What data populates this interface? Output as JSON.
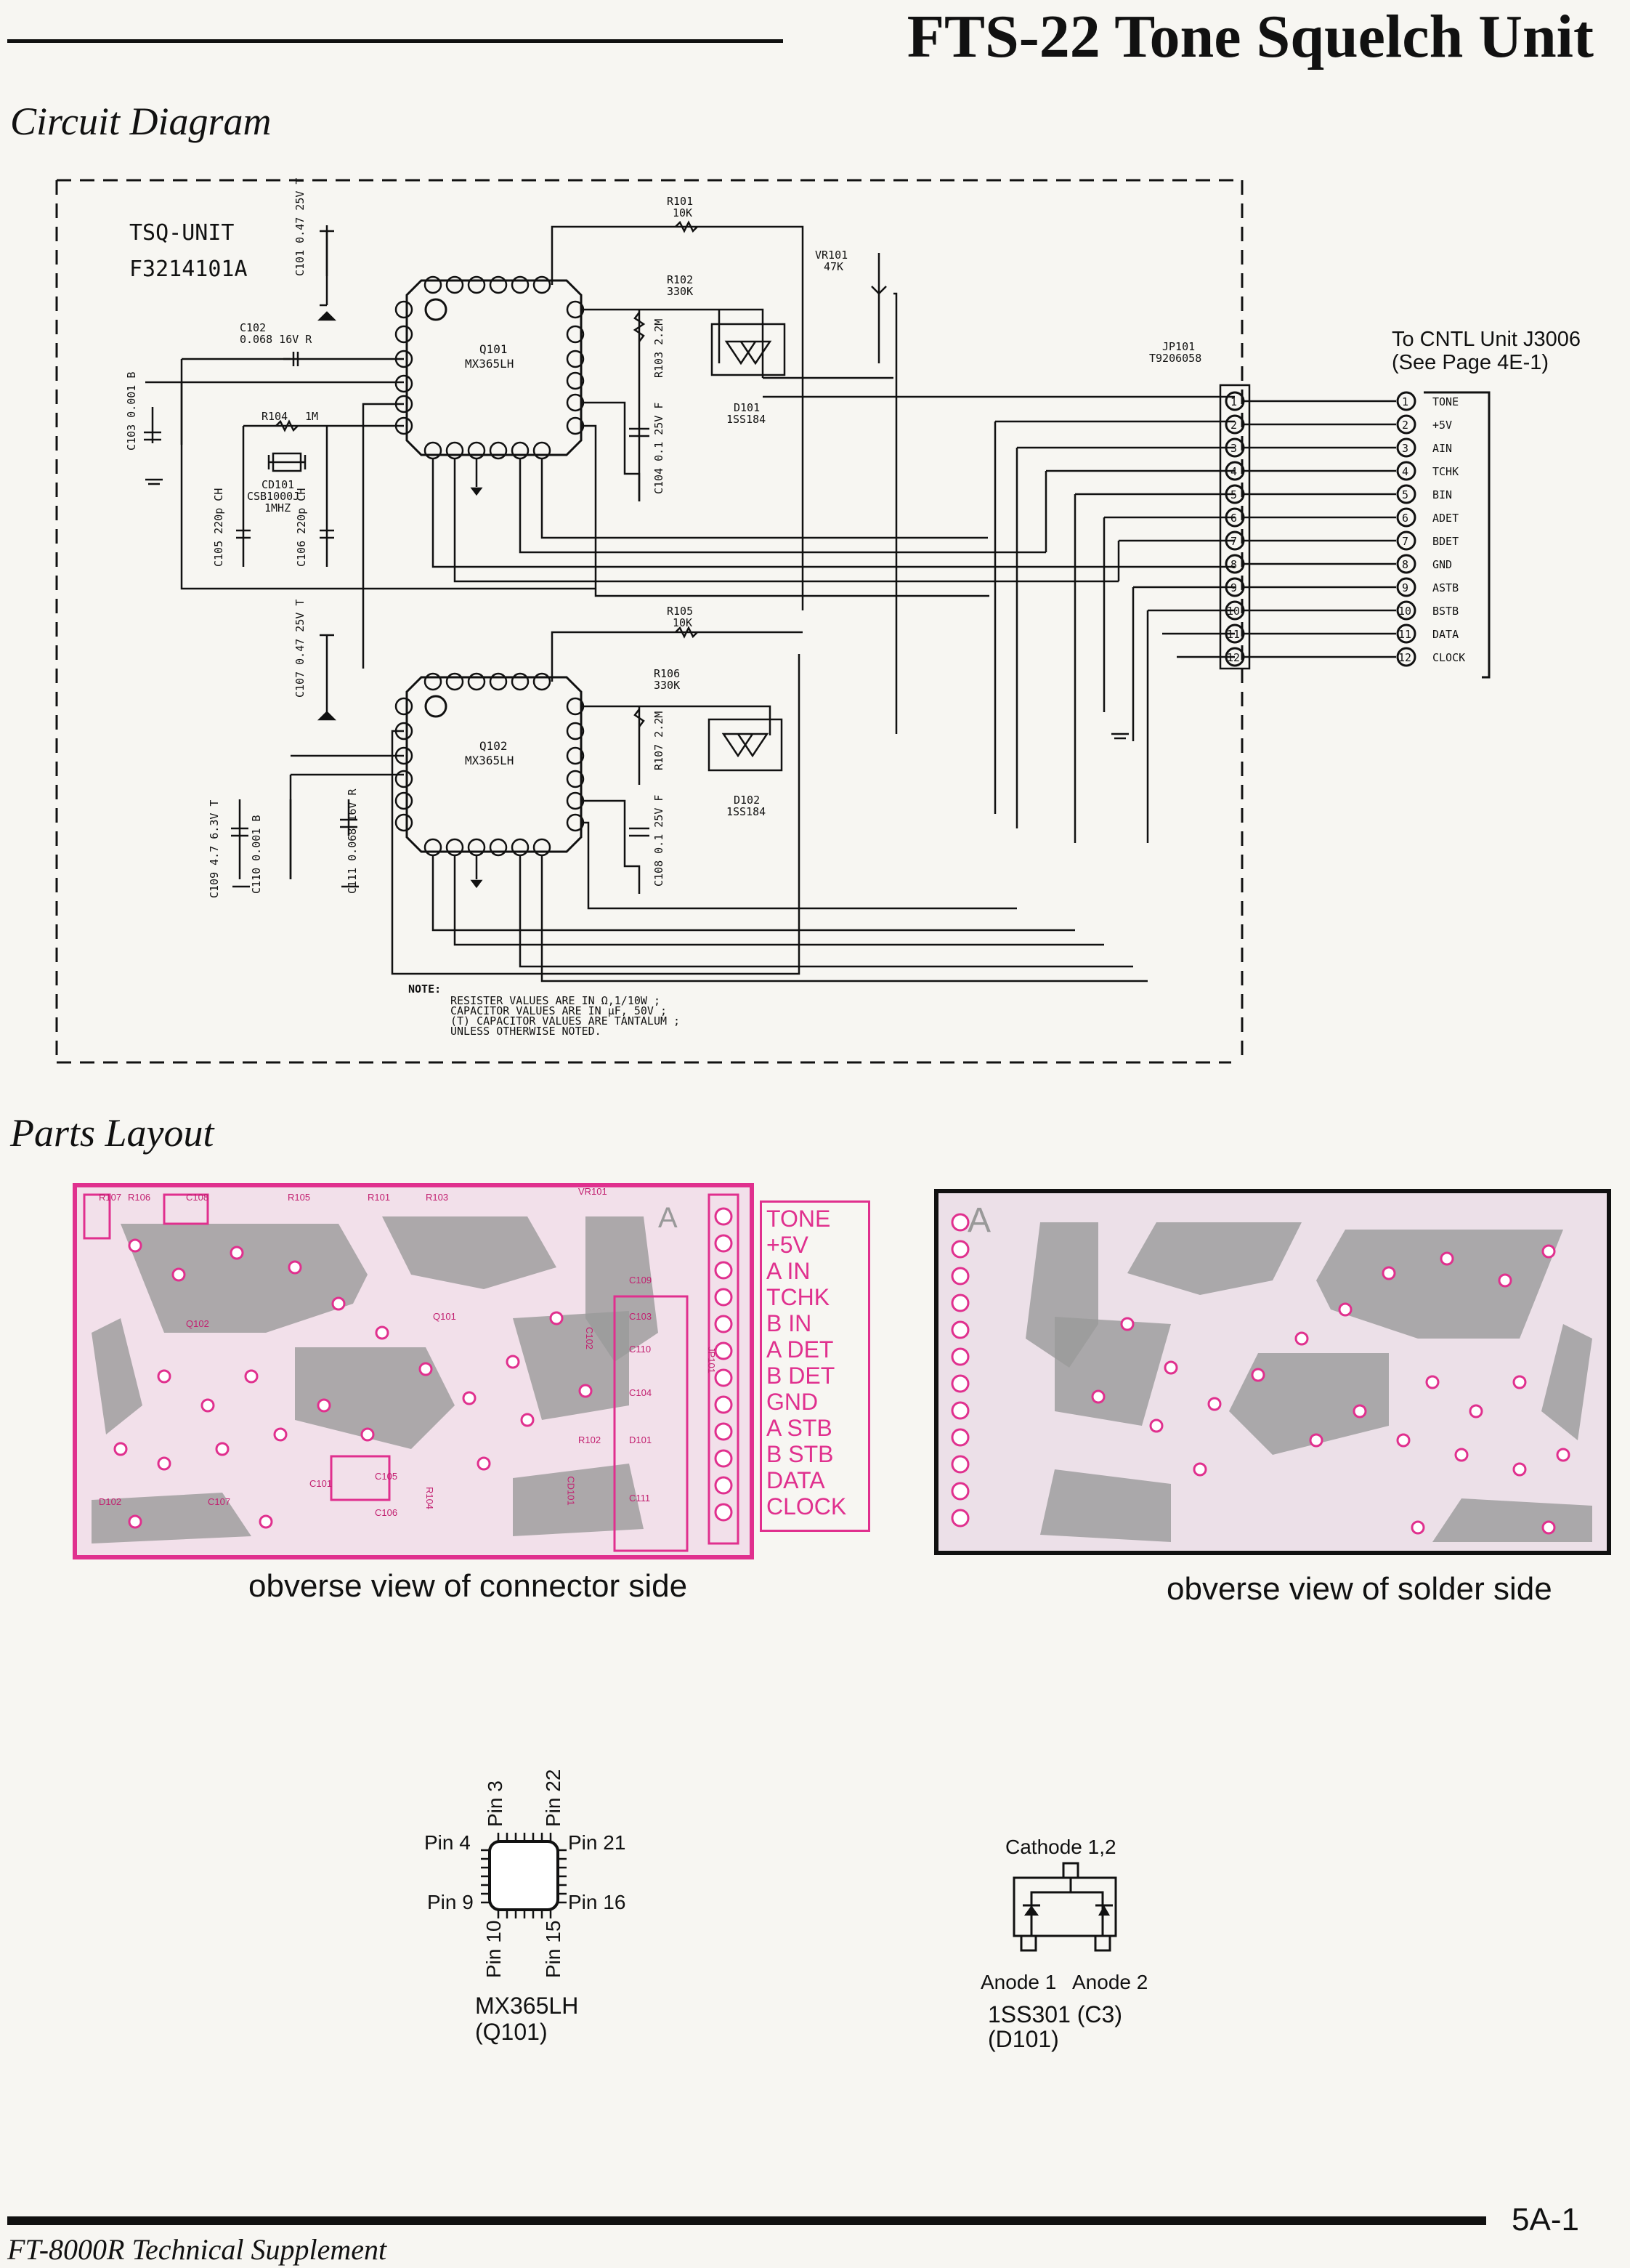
{
  "title": "FTS-22 Tone Squelch Unit",
  "sections": {
    "circuit": "Circuit Diagram",
    "parts": "Parts Layout"
  },
  "circuit": {
    "unit_name": "TSQ-UNIT",
    "unit_code": "F3214101A",
    "ic1": {
      "ref": "Q101",
      "part": "MX365LH"
    },
    "ic2": {
      "ref": "Q102",
      "part": "MX365LH"
    },
    "r101": {
      "ref": "R101",
      "val": "10K"
    },
    "r102": {
      "ref": "R102",
      "val": "330K"
    },
    "r103": {
      "ref": "R103",
      "val": "2.2M"
    },
    "r104": {
      "ref": "R104",
      "val": "1M"
    },
    "r105": {
      "ref": "R105",
      "val": "10K"
    },
    "r106": {
      "ref": "R106",
      "val": "330K"
    },
    "r107": {
      "ref": "R107",
      "val": "2.2M"
    },
    "vr101": {
      "ref": "VR101",
      "val": "47K"
    },
    "c101": {
      "ref": "C101",
      "val": "0.47 25V T"
    },
    "c102": {
      "ref": "C102",
      "val": "0.068 16V R"
    },
    "c103": {
      "ref": "C103",
      "val": "0.001 B"
    },
    "c104": {
      "ref": "C104",
      "val": "0.1 25V F"
    },
    "c105": {
      "ref": "C105",
      "val": "220p CH"
    },
    "c106": {
      "ref": "C106",
      "val": "220p CH"
    },
    "c107": {
      "ref": "C107",
      "val": "0.47 25V T"
    },
    "c108": {
      "ref": "C108",
      "val": "0.1 25V F"
    },
    "c109": {
      "ref": "C109",
      "val": "4.7 6.3V T"
    },
    "c110": {
      "ref": "C110",
      "val": "0.001 B"
    },
    "c111": {
      "ref": "C111",
      "val": "0.068 16V R"
    },
    "cd101": {
      "ref": "CD101",
      "val": "CSB1000J",
      "freq": "1MHZ"
    },
    "d101": {
      "ref": "D101",
      "val": "1SS184"
    },
    "d102": {
      "ref": "D102",
      "val": "1SS184"
    },
    "jp101": {
      "ref": "JP101",
      "val": "T9206058"
    },
    "cntl_ref": "To CNTL Unit J3006",
    "cntl_page": "(See Page 4E-1)",
    "signals": [
      "TONE",
      "+5V",
      "AIN",
      "TCHK",
      "BIN",
      "ADET",
      "BDET",
      "GND",
      "ASTB",
      "BSTB",
      "DATA",
      "CLOCK"
    ],
    "note_title": "NOTE:",
    "notes": [
      "RESISTER VALUES ARE IN Ω,1/10W ;",
      "CAPACITOR VALUES ARE IN μF, 50V ;",
      "(T) CAPACITOR VALUES ARE TANTALUM ;",
      "UNLESS OTHERWISE NOTED."
    ]
  },
  "parts_layout": {
    "connector_labels": [
      "TONE",
      "+5V",
      "A IN",
      "TCHK",
      "B IN",
      "A DET",
      "B DET",
      "GND",
      "A STB",
      "B STB",
      "DATA",
      "CLOCK"
    ],
    "component_tags": [
      "R107",
      "R106",
      "C108",
      "R105",
      "R101",
      "R103",
      "VR101",
      "A",
      "C109",
      "C103",
      "C110",
      "C104",
      "D101",
      "C111",
      "Q102",
      "Q101",
      "C102",
      "C101",
      "C105",
      "C106",
      "R104",
      "D102",
      "C107",
      "R102",
      "CD101",
      "JP101"
    ],
    "caption_connector": "obverse view of connector side",
    "caption_solder": "obverse view of solder side",
    "solder_marker": "A",
    "colors": {
      "pink": "#e0308e",
      "trace_gray": "#9a9a9a"
    }
  },
  "pinouts": {
    "ic": {
      "pin3": "Pin 3",
      "pin22": "Pin 22",
      "pin4": "Pin 4",
      "pin21": "Pin 21",
      "pin9": "Pin 9",
      "pin16": "Pin 16",
      "pin10": "Pin 10",
      "pin15": "Pin 15",
      "name": "MX365LH",
      "ref": "(Q101)"
    },
    "diode": {
      "cathode": "Cathode 1,2",
      "anode1": "Anode 1",
      "anode2": "Anode 2",
      "name": "1SS301 (C3)",
      "ref": "(D101)"
    }
  },
  "footer": {
    "left": "FT-8000R Technical Supplement",
    "page": "5A-1"
  }
}
